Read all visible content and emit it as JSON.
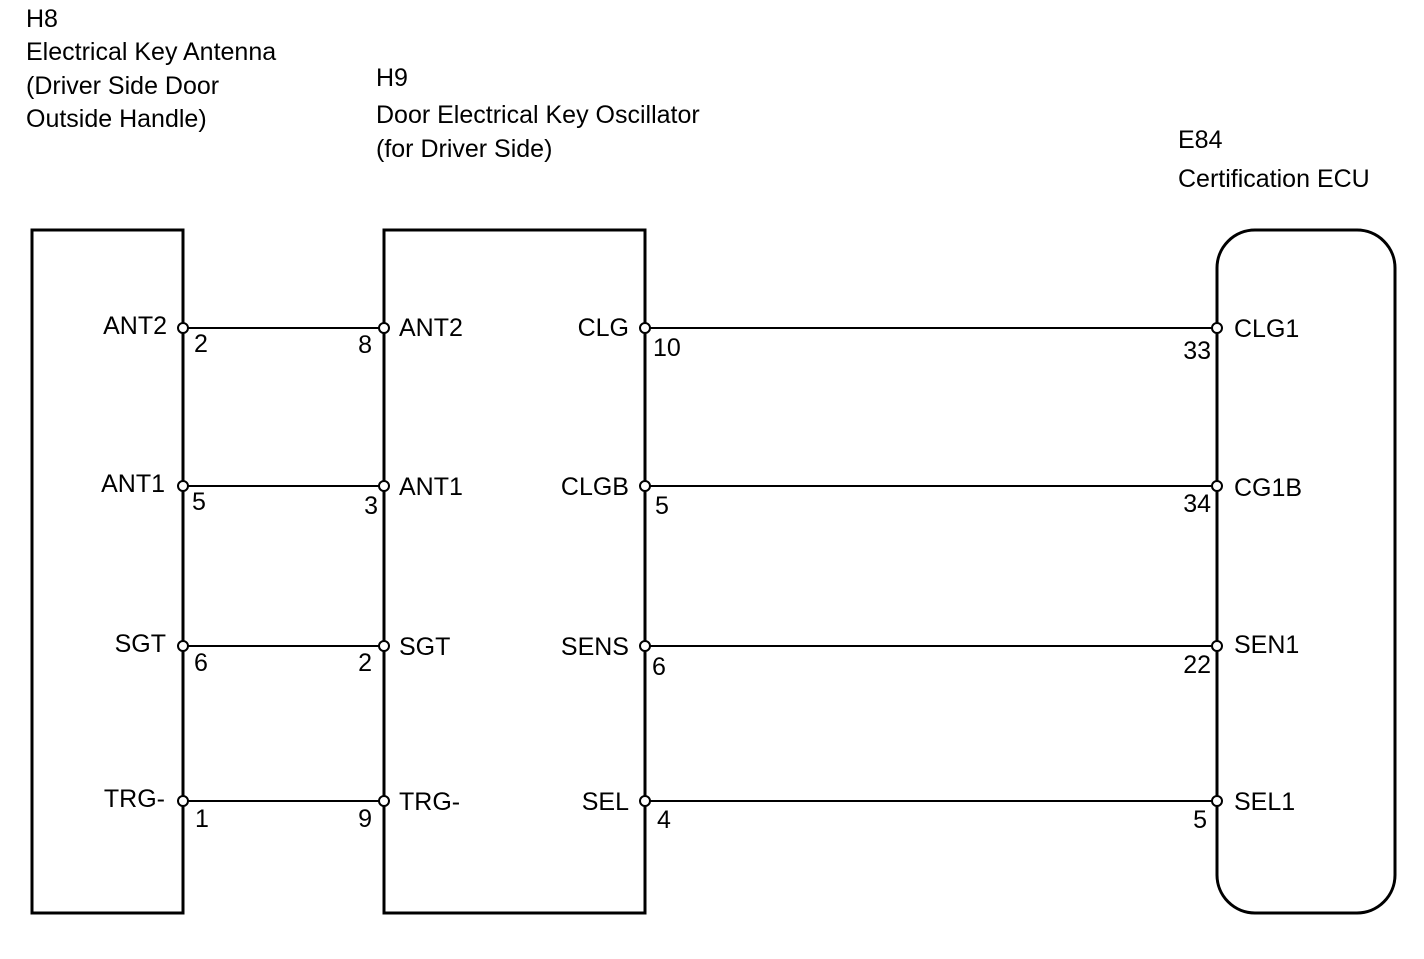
{
  "components": {
    "h8": {
      "code": "H8",
      "lines": [
        "Electrical Key Antenna",
        "(Driver Side Door",
        "Outside Handle)"
      ],
      "pins": [
        {
          "name": "ANT2",
          "num": "2"
        },
        {
          "name": "ANT1",
          "num": "5"
        },
        {
          "name": "SGT",
          "num": "6"
        },
        {
          "name": "TRG-",
          "num": "1"
        }
      ]
    },
    "h9": {
      "code": "H9",
      "lines": [
        "Door Electrical Key Oscillator",
        "(for Driver Side)"
      ],
      "left_pins": [
        {
          "name": "ANT2",
          "num": "8"
        },
        {
          "name": "ANT1",
          "num": "3"
        },
        {
          "name": "SGT",
          "num": "2"
        },
        {
          "name": "TRG-",
          "num": "9"
        }
      ],
      "right_pins": [
        {
          "name": "CLG",
          "num": "10"
        },
        {
          "name": "CLGB",
          "num": "5"
        },
        {
          "name": "SENS",
          "num": "6"
        },
        {
          "name": "SEL",
          "num": "4"
        }
      ]
    },
    "e84": {
      "code": "E84",
      "lines": [
        "Certification ECU"
      ],
      "pins": [
        {
          "name": "CLG1",
          "num": "33"
        },
        {
          "name": "CG1B",
          "num": "34"
        },
        {
          "name": "SEN1",
          "num": "22"
        },
        {
          "name": "SEL1",
          "num": "5"
        }
      ]
    }
  }
}
